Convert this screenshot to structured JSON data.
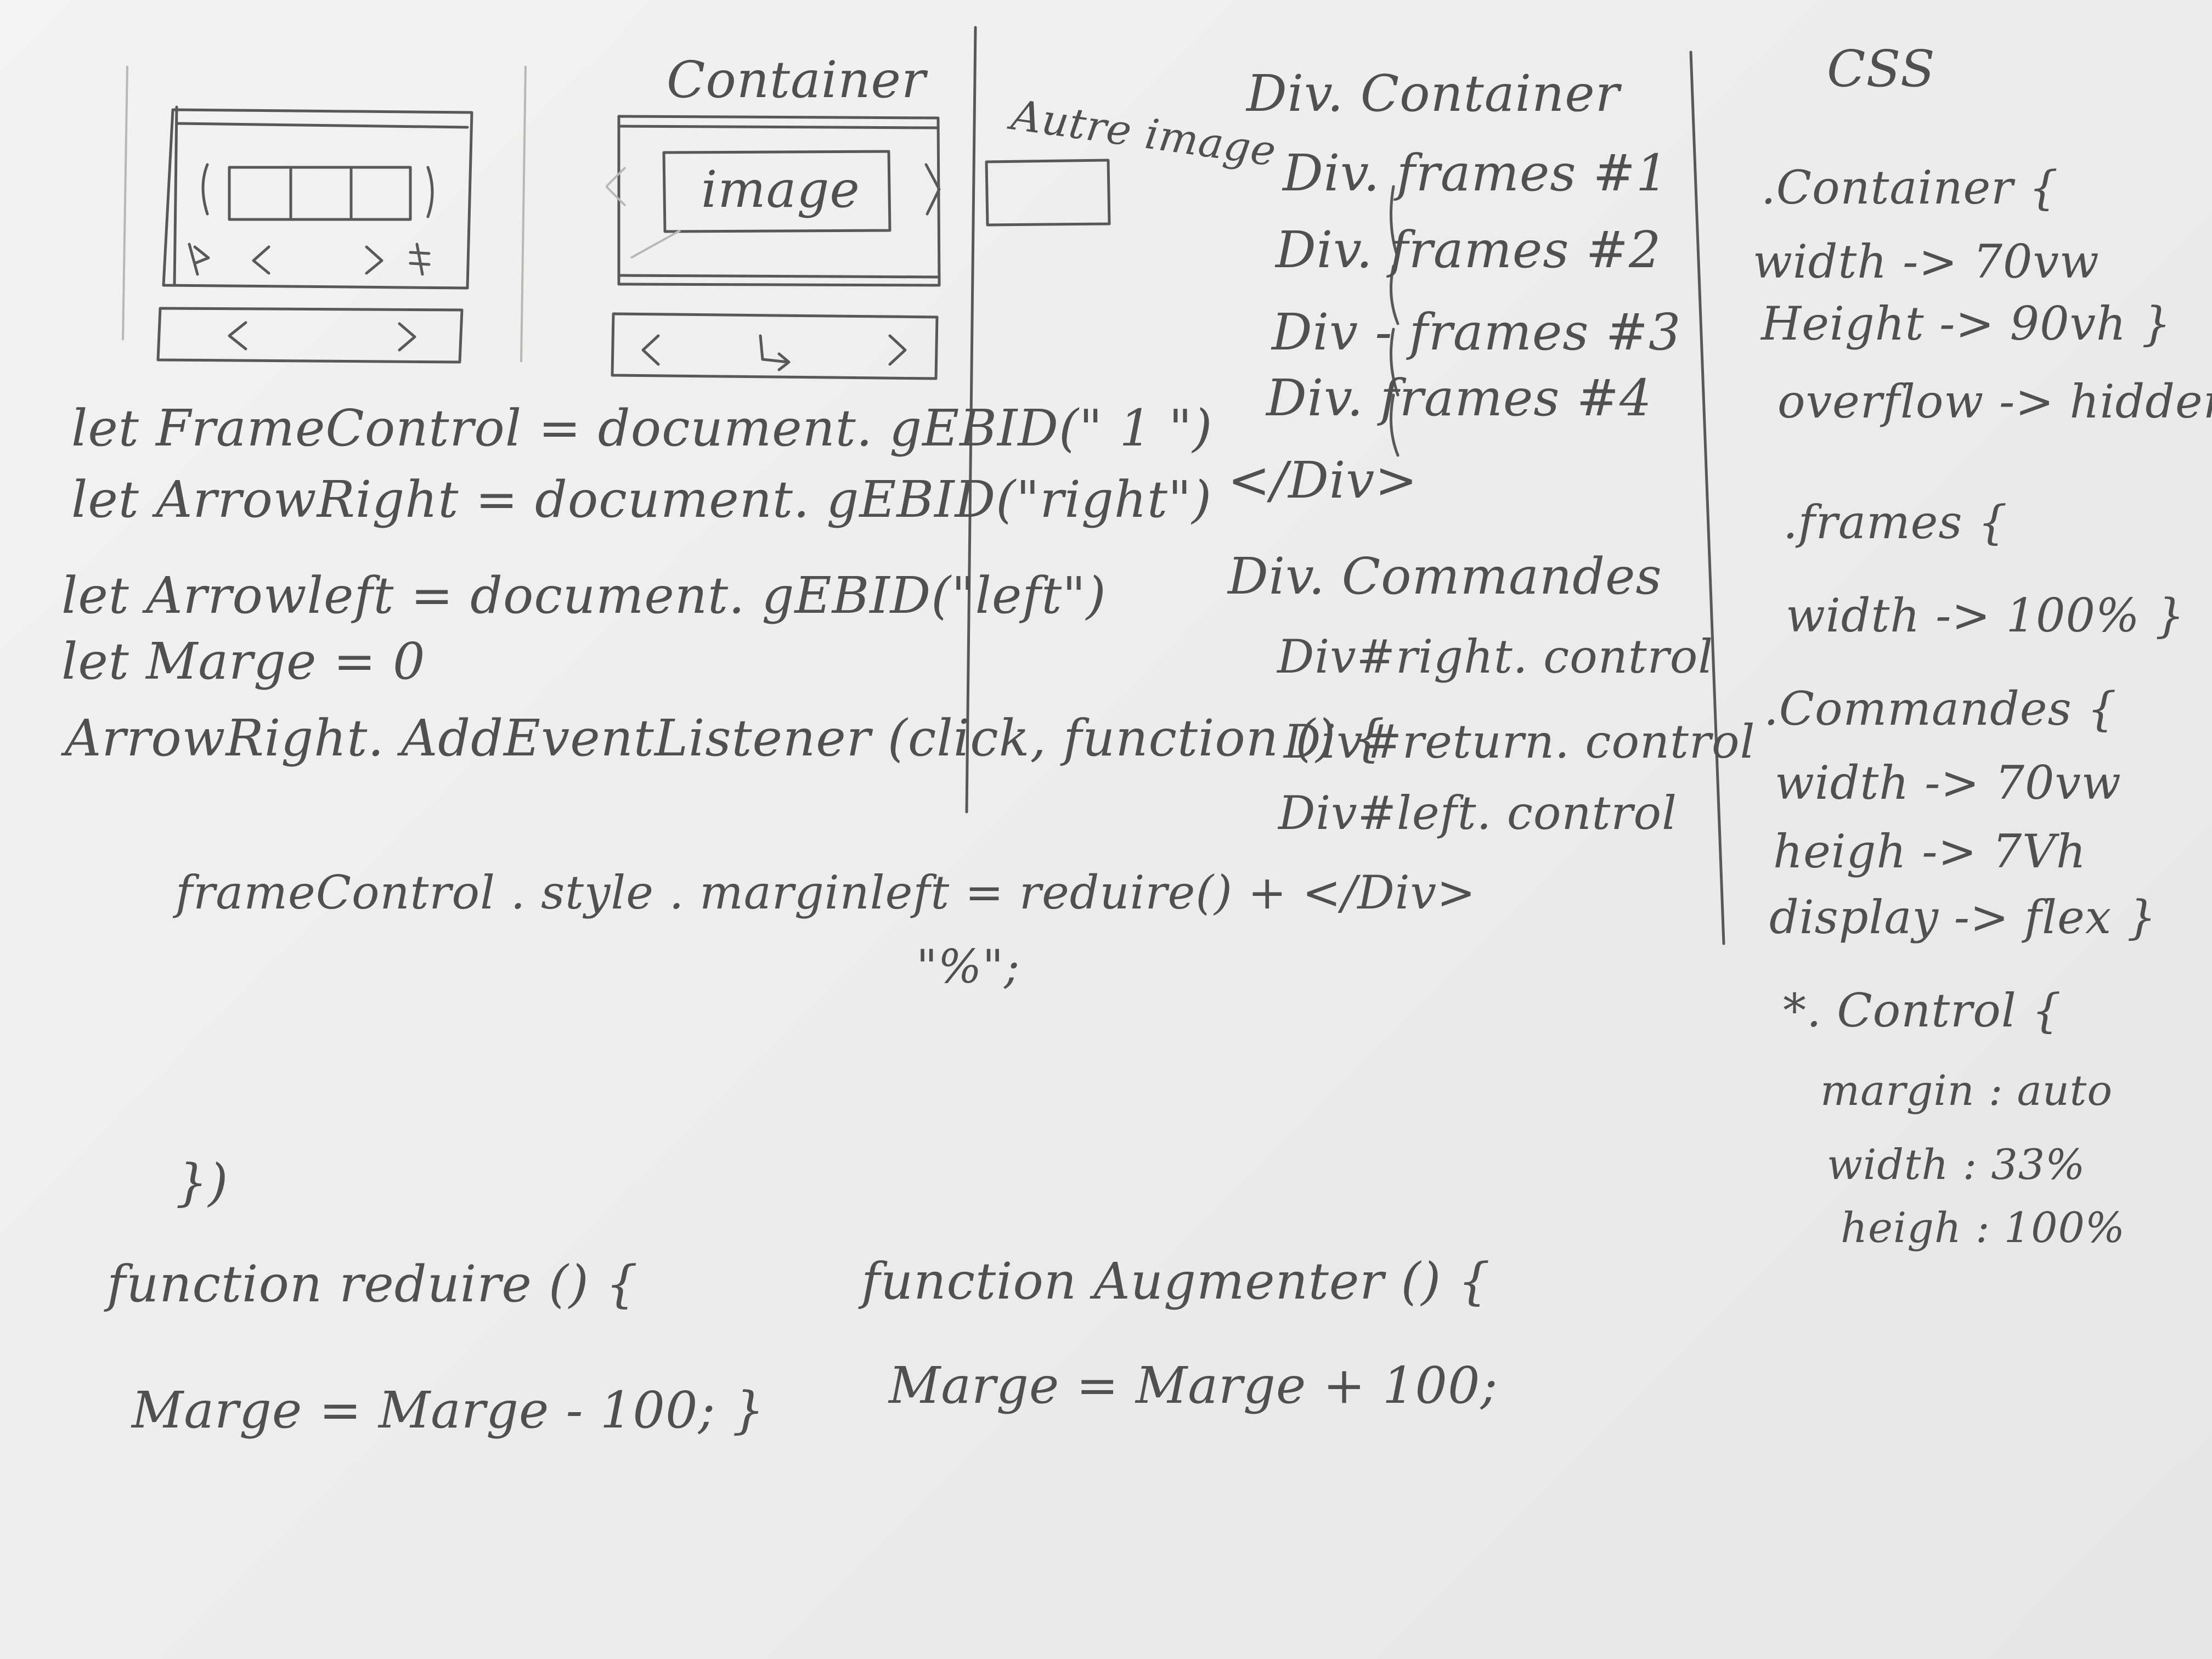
{
  "sketches": {
    "container_title": "Container",
    "image_label": "image",
    "other_image_label": "Autre image",
    "arrow_left": "<",
    "arrow_right": ">",
    "return_arrow": "↳"
  },
  "html_structure": {
    "container": "Div. Container",
    "frames": [
      "Div. frames #1",
      "Div. frames #2",
      "Div - frames #3",
      "Div. frames #4"
    ],
    "close_div": "</Div>",
    "commands": "Div. Commandes",
    "controls": [
      "Div#right. control",
      "Div#return. control",
      "Div#left. control"
    ]
  },
  "css": {
    "heading": "CSS",
    "lines": [
      ".Container {",
      "width -> 70vw",
      "Height -> 90vh }",
      "overflow -> hidden }",
      ".frames {",
      "width -> 100% }",
      ".Commandes {",
      "width -> 70vw",
      "heigh -> 7Vh",
      "display -> flex }",
      "*. Control {",
      "margin : auto",
      "width : 33%",
      "heigh : 100%"
    ]
  },
  "js": {
    "lines": [
      "let FrameControl = document. gEBID(\" 1 \")",
      "let ArrowRight = document. gEBID(\"right\")",
      "let Arrowleft = document. gEBID(\"left\")",
      "let Marge = 0",
      "ArrowRight. AddEventListener (click, function () {",
      "frameControl . style . marginleft = reduire() + </Div>",
      "\"%\";",
      "})"
    ],
    "function_reduire": {
      "signature": "function reduire () {",
      "body": "Marge = Marge - 100; }"
    },
    "function_augmenter": {
      "signature": "function Augmenter () {",
      "body": "Marge = Marge + 100;"
    }
  }
}
